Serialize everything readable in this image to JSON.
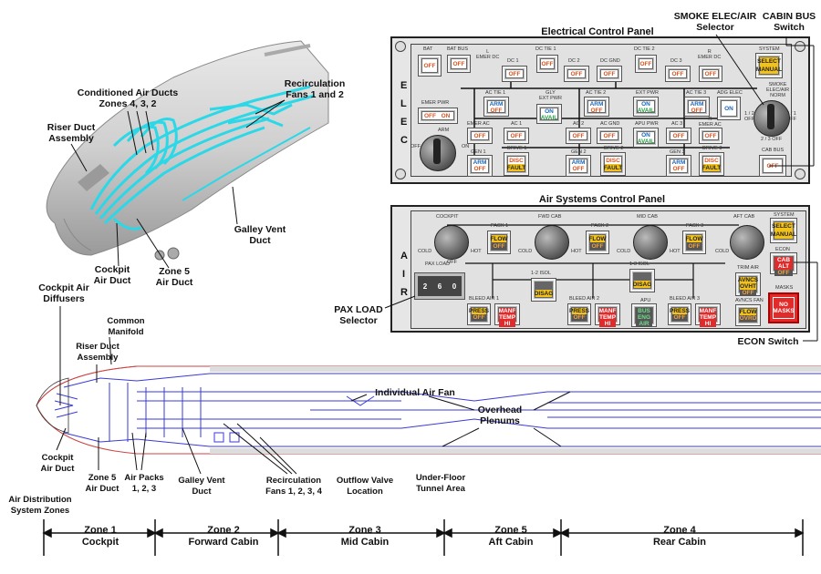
{
  "callouts": {
    "conditioned_ducts": "Conditioned Air Ducts\nZones 4, 3, 2",
    "recirc_fans_12": "Recirculation\nFans 1 and 2",
    "riser_duct": "Riser Duct\nAssembly",
    "galley_vent_top": "Galley Vent\nDuct",
    "cockpit_air_duct_top": "Cockpit\nAir Duct",
    "zone5_air_duct_top": "Zone 5\nAir Duct",
    "cockpit_air_diffusers": "Cockpit Air\nDiffusers",
    "common_manifold": "Common\nManifold",
    "riser_duct_bottom": "Riser Duct\nAssembly",
    "individual_air_fan": "Individual Air Fan",
    "overhead_plenums": "Overhead\nPlenums",
    "cockpit_air_duct_bottom": "Cockpit\nAir Duct",
    "zone5_air_duct_bottom": "Zone 5\nAir Duct",
    "air_packs": "Air Packs\n1, 2, 3",
    "galley_vent_bottom": "Galley Vent\nDuct",
    "recirc_fans_1234": "Recirculation\nFans 1, 2, 3, 4",
    "outflow_valve": "Outflow Valve\nLocation",
    "underfloor_tunnel": "Under-Floor\nTunnel Area",
    "air_distribution_zones": "Air Distribution\nSystem Zones",
    "pax_load_selector": "PAX LOAD\nSelector",
    "econ_switch": "ECON Switch",
    "smoke_selector": "SMOKE ELEC/AIR\nSelector",
    "cabin_bus_switch": "CABIN BUS\nSwitch"
  },
  "elec_panel": {
    "title": "Electrical Control Panel",
    "letters": [
      "E",
      "L",
      "E",
      "C"
    ],
    "labels": {
      "bat": "BAT",
      "bat_bus": "BAT BUS",
      "l_emer_dc": "L\nEMER DC",
      "dc_tie1": "DC TIE 1",
      "dc_tie2": "DC TIE 2",
      "dc1": "DC 1",
      "dc2": "DC 2",
      "dc_gnd": "DC GND",
      "dc3": "DC 3",
      "r_emer_dc": "R\nEMER DC",
      "system": "SYSTEM",
      "emer_pwr": "EMER PWR",
      "ac_tie1": "AC TIE 1",
      "gly_ext": "GLY\nEXT PWR",
      "ac_tie2": "AC TIE 2",
      "ext_pwr": "EXT PWR",
      "ac_tie3": "AC TIE 3",
      "adg_elec": "ADG ELEC",
      "emer_ac": "EMER AC",
      "ac1": "AC 1",
      "ac2": "AC 2",
      "ac_gnd": "AC GND",
      "apu_pwr": "APU PWR",
      "ac3": "AC 3",
      "r_emer_ac": "R\nEMER AC",
      "gen1": "GEN 1",
      "drive1": "DRIVE 1",
      "gen2": "GEN 2",
      "drive2": "DRIVE 2",
      "gen3": "GEN 3",
      "drive3": "DRIVE 3",
      "cab_bus": "CAB BUS",
      "arm": "ARM",
      "off": "OFF",
      "on": "ON",
      "smoke": "SMOKE\nELEC/AIR\nNORM",
      "pos12": "1 / 2\nOFF",
      "pos31": "3 / 1\nOFF",
      "pos23": "2 / 3 OFF"
    },
    "legends": {
      "off": "OFF",
      "on": "ON",
      "arm": "ARM",
      "avail": "AVAIL",
      "disc": "DISC",
      "fault": "FAULT",
      "select": "SELECT",
      "manual": "MANUAL"
    }
  },
  "air_panel": {
    "title": "Air Systems Control Panel",
    "letters": [
      "A",
      "I",
      "R"
    ],
    "labels": {
      "cockpit": "COCKPIT",
      "fwd_cab": "FWD CAB",
      "mid_cab": "MID CAB",
      "aft_cab": "AFT CAB",
      "pack1": "PACK 1",
      "pack2": "PACK 2",
      "pack3": "PACK 3",
      "cold": "COLD",
      "hot": "HOT",
      "off": "OFF",
      "pax_load": "PAX LOAD",
      "sol12": "1-2 ISOL",
      "sol13": "1-3 ISOL",
      "bleed1": "BLEED AIR 1",
      "bleed2": "BLEED AIR 2",
      "bleed3": "BLEED AIR 3",
      "apu": "APU",
      "system": "SYSTEM",
      "econ": "ECON",
      "trim_air": "TRIM AIR",
      "avncs_fan": "AVNCS FAN",
      "masks": "MASKS"
    },
    "legends": {
      "flow": "FLOW",
      "off": "OFF",
      "disag": "DISAG",
      "press": "PRESS",
      "manf": "MANF",
      "temp_hi": "TEMP HI",
      "bus_eng_air": "BUS ENG\nAIR",
      "select": "SELECT",
      "manual": "MANUAL",
      "cab_alt": "CAB ALT",
      "avncs_ovht": "AVNCS\nOVHT",
      "ovrd": "OVRD",
      "no_masks": "NO\nMASKS"
    },
    "pax_load_digits": [
      "2",
      "6",
      "0"
    ]
  },
  "zones": [
    {
      "name": "Zone 1",
      "area": "Cockpit"
    },
    {
      "name": "Zone 2",
      "area": "Forward Cabin"
    },
    {
      "name": "Zone 3",
      "area": "Mid Cabin"
    },
    {
      "name": "Zone 5",
      "area": "Aft Cabin"
    },
    {
      "name": "Zone 4",
      "area": "Rear Cabin"
    }
  ],
  "colors": {
    "duct": "#2ad8e8",
    "plan": "#3a3ad8",
    "panel": "#e6e6e6",
    "off": "#d9531e",
    "yellow": "#f2c21a",
    "red": "#e12b2b"
  }
}
